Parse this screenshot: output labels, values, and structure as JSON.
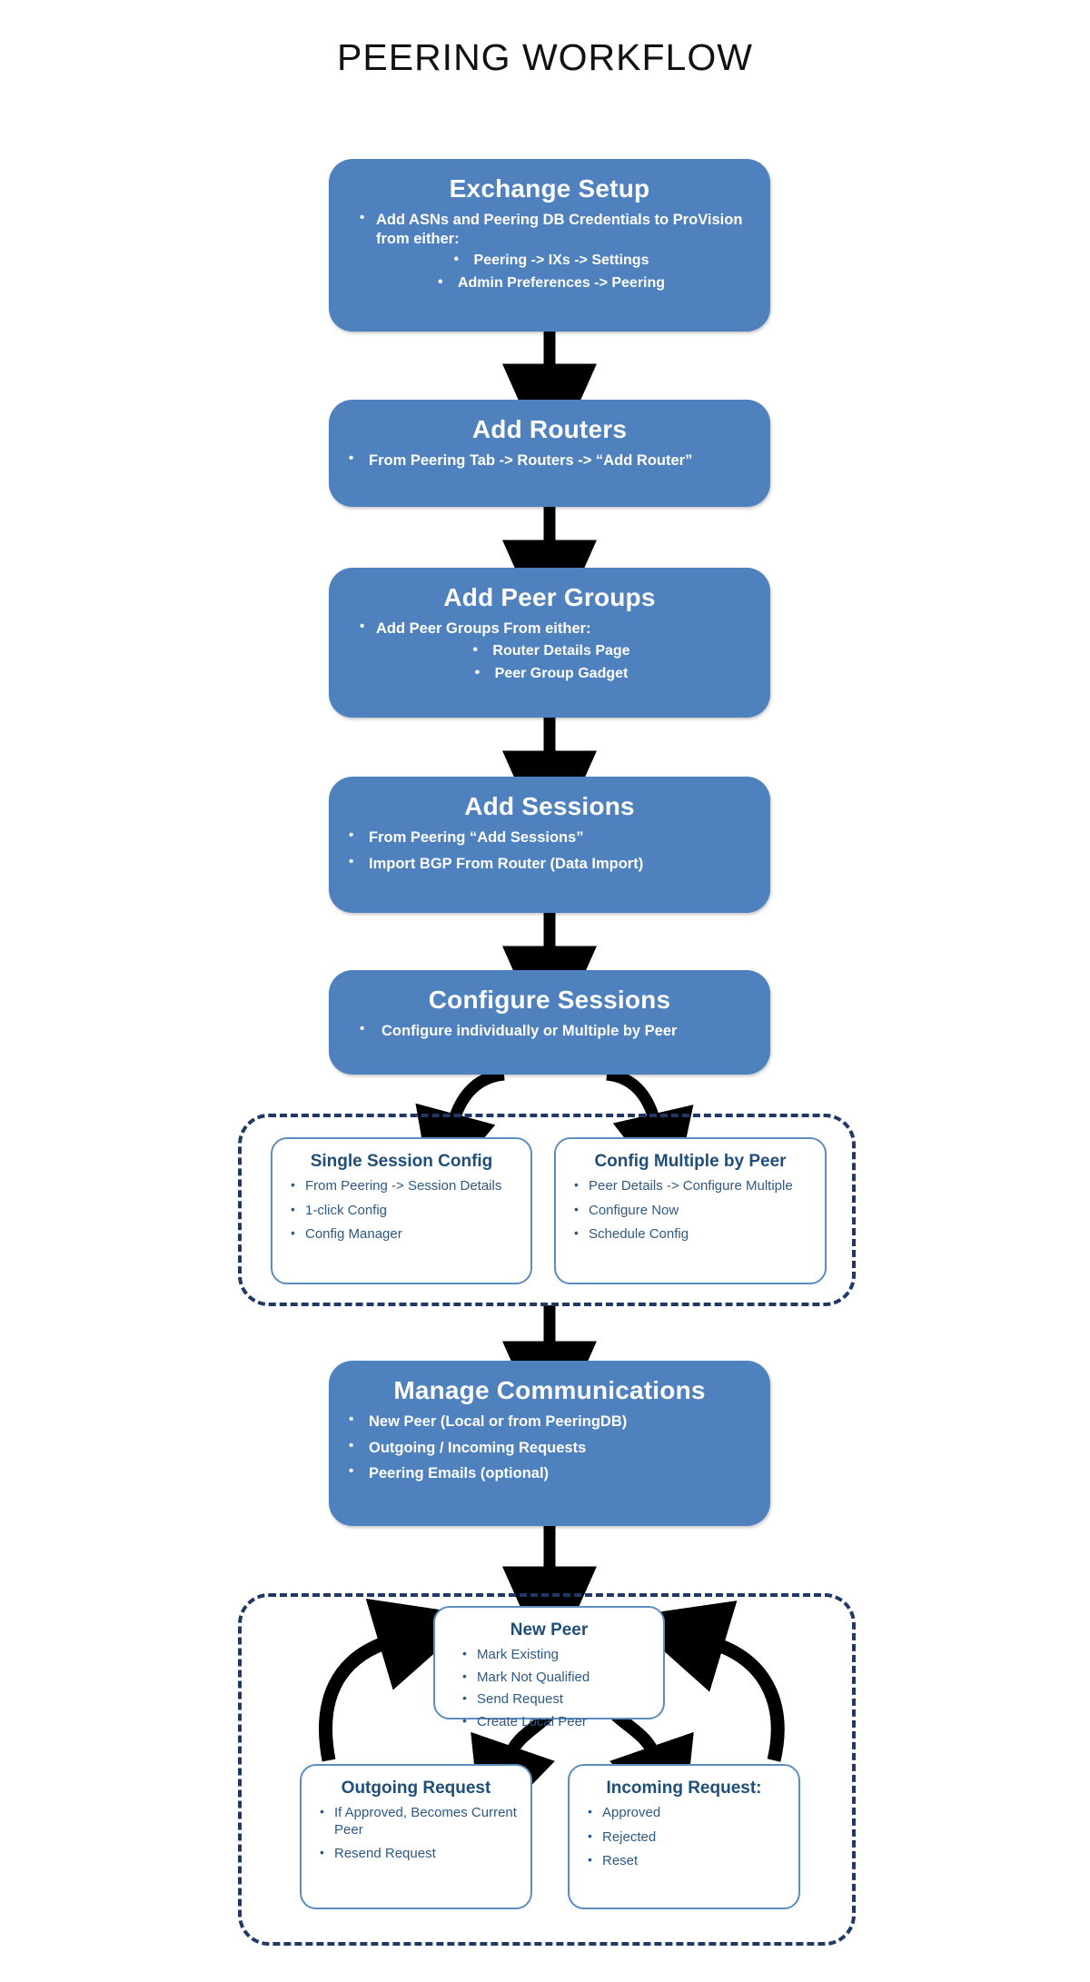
{
  "diagram": {
    "title": "PEERING WORKFLOW",
    "colors": {
      "process_fill": "#4E81BD",
      "process_text": "#FFFFFF",
      "dashed_border": "#1F3864",
      "subbox_border": "#5B8DC0",
      "subbox_heading": "#1F4E79",
      "subbox_text": "#2E5984",
      "arrow": "#000000",
      "background": "#FFFFFF"
    },
    "steps": [
      {
        "id": "exchange-setup",
        "title": "Exchange Setup",
        "bullets": [
          "Add ASNs and Peering DB Credentials to ProVision from either:"
        ],
        "subbullets": [
          "Peering -> IXs -> Settings",
          "Admin Preferences -> Peering"
        ]
      },
      {
        "id": "add-routers",
        "title": "Add Routers",
        "bullets": [
          "From Peering Tab -> Routers -> “Add Router”"
        ],
        "subbullets": []
      },
      {
        "id": "add-peer-groups",
        "title": "Add Peer Groups",
        "bullets": [
          "Add Peer Groups From either:"
        ],
        "subbullets": [
          "Router Details Page",
          "Peer Group Gadget"
        ]
      },
      {
        "id": "add-sessions",
        "title": "Add Sessions",
        "bullets": [
          "From  Peering “Add Sessions”",
          "Import BGP From Router (Data Import)"
        ],
        "subbullets": []
      },
      {
        "id": "configure-sessions",
        "title": "Configure Sessions",
        "bullets": [
          "Configure individually or Multiple by Peer"
        ],
        "subbullets": []
      },
      {
        "id": "manage-communications",
        "title": "Manage Communications",
        "bullets": [
          "New Peer (Local or from PeeringDB)",
          "Outgoing / Incoming Requests",
          "Peering Emails (optional)"
        ],
        "subbullets": []
      }
    ],
    "config_group": {
      "boxes": [
        {
          "id": "single-session-config",
          "title": "Single Session Config",
          "bullets": [
            "From Peering -> Session Details",
            "1-click Config",
            "Config Manager"
          ]
        },
        {
          "id": "config-multiple-by-peer",
          "title": "Config Multiple by Peer",
          "bullets": [
            "Peer Details -> Configure Multiple",
            "Configure Now",
            "Schedule Config"
          ]
        }
      ]
    },
    "peer_group": {
      "boxes": [
        {
          "id": "new-peer",
          "title": "New Peer",
          "bullets": [
            "Mark Existing",
            "Mark Not Qualified",
            "Send Request",
            "Create Local Peer"
          ]
        },
        {
          "id": "outgoing-request",
          "title": "Outgoing Request",
          "bullets": [
            "If Approved, Becomes Current Peer",
            "Resend Request"
          ]
        },
        {
          "id": "incoming-request",
          "title": "Incoming Request:",
          "bullets": [
            "Approved",
            "Rejected",
            "Reset"
          ]
        }
      ]
    }
  }
}
